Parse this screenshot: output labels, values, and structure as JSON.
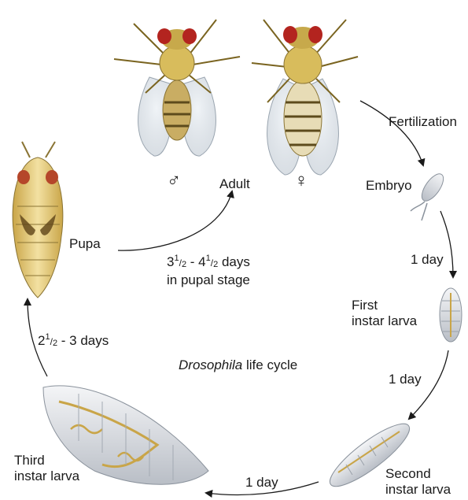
{
  "title": {
    "italic": "Drosophila",
    "rest": " life cycle"
  },
  "stages": {
    "adult": "Adult",
    "male_symbol": "♂",
    "female_symbol": "♀",
    "embryo": "Embryo",
    "first_instar": [
      "First",
      "instar larva"
    ],
    "second_instar": [
      "Second",
      "instar larva"
    ],
    "third_instar": [
      "Third",
      "instar larva"
    ],
    "pupa": "Pupa"
  },
  "transitions": {
    "fertilization": "Fertilization",
    "embryo_to_first": "1 day",
    "first_to_second": "1 day",
    "second_to_third": "1 day",
    "third_to_pupa": {
      "a_whole": "2",
      "a_num": "1",
      "a_den": "2",
      "sep": " - ",
      "b": "3 days"
    },
    "pupa_to_adult": {
      "a_whole": "3",
      "a_num": "1",
      "a_den": "2",
      "sep": " - ",
      "b_whole": "4",
      "b_num": "1",
      "b_den": "2",
      "rest": " days",
      "line2": "in pupal stage"
    }
  }
}
